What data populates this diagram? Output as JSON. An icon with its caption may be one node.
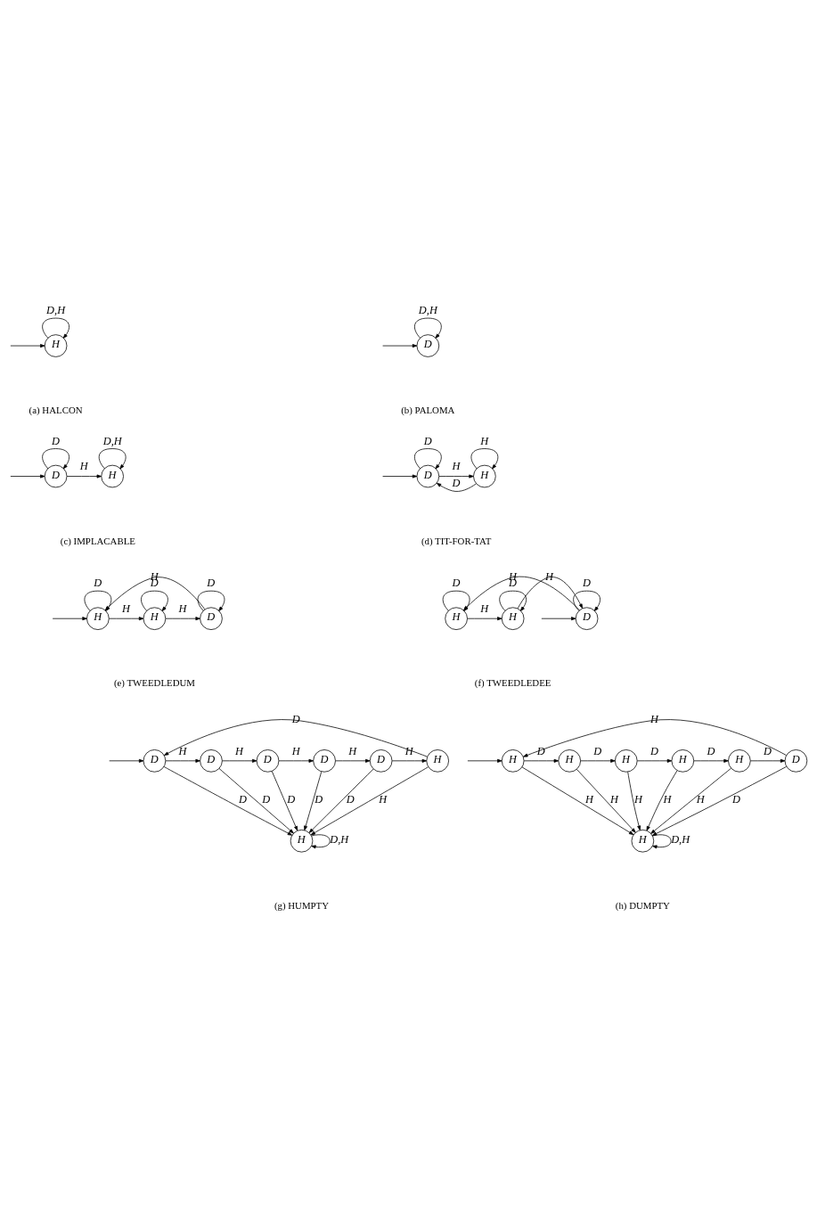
{
  "diagram": {
    "nodes": [
      {
        "text": [
          "H"
        ]
      },
      {
        "text": [
          "D"
        ]
      },
      {
        "text": [
          "D"
        ]
      },
      {
        "text": [
          "H"
        ]
      },
      {
        "text": [
          "D"
        ]
      },
      {
        "text": [
          "H"
        ]
      },
      {
        "text": [
          "H"
        ]
      },
      {
        "text": [
          "H"
        ]
      },
      {
        "text": [
          "D"
        ]
      },
      {
        "text": [
          "H"
        ]
      },
      {
        "text": [
          "H"
        ]
      },
      {
        "text": [
          "D"
        ]
      },
      {
        "text": [
          "D"
        ]
      },
      {
        "text": [
          "D"
        ]
      },
      {
        "text": [
          "D"
        ]
      },
      {
        "text": [
          "D"
        ]
      },
      {
        "text": [
          "D"
        ]
      },
      {
        "text": [
          "H"
        ]
      },
      {
        "text": [
          "H"
        ]
      },
      {
        "text": [
          "H"
        ]
      },
      {
        "text": [
          "H"
        ]
      },
      {
        "text": [
          "H"
        ]
      },
      {
        "text": [
          "H"
        ]
      },
      {
        "text": [
          "H"
        ]
      },
      {
        "text": [
          "D"
        ]
      },
      {
        "text": [
          "H"
        ]
      }
    ],
    "edges": [
      {
        "from": null,
        "to": 0,
        "arrow": "to"
      },
      {
        "from": 0,
        "to": 0,
        "arrow": "to",
        "label": "D,H"
      },
      {
        "from": null,
        "to": 1,
        "arrow": "to"
      },
      {
        "from": 1,
        "to": 1,
        "arrow": "to",
        "label": "D,H"
      },
      {
        "from": null,
        "to": 2,
        "arrow": "to"
      },
      {
        "from": 2,
        "to": 2,
        "arrow": "to",
        "label": "D"
      },
      {
        "from": 2,
        "to": 3,
        "arrow": "to",
        "label": "H"
      },
      {
        "from": 3,
        "to": 3,
        "arrow": "to",
        "label": "D,H"
      },
      {
        "from": null,
        "to": 4,
        "arrow": "to"
      },
      {
        "from": 4,
        "to": 4,
        "arrow": "to",
        "label": "D"
      },
      {
        "from": 4,
        "to": 5,
        "arrow": "to",
        "label": "H"
      },
      {
        "from": 5,
        "to": 5,
        "arrow": "to",
        "label": "H"
      },
      {
        "from": 5,
        "to": 4,
        "arrow": "to",
        "label": "D"
      },
      {
        "from": null,
        "to": 6,
        "arrow": "to"
      },
      {
        "from": 6,
        "to": 6,
        "arrow": "to",
        "label": "D"
      },
      {
        "from": 6,
        "to": 7,
        "arrow": "to",
        "label": "H"
      },
      {
        "from": 7,
        "to": 7,
        "arrow": "to",
        "label": "D"
      },
      {
        "from": 7,
        "to": 8,
        "arrow": "to",
        "label": "H"
      },
      {
        "from": 8,
        "to": 8,
        "arrow": "to",
        "label": "D"
      },
      {
        "from": 8,
        "to": 6,
        "arrow": "to",
        "label": "H"
      },
      {
        "from": 9,
        "to": 9,
        "arrow": "to",
        "label": "D"
      },
      {
        "from": 9,
        "to": 10,
        "arrow": "to",
        "label": "H"
      },
      {
        "from": 10,
        "to": 10,
        "arrow": "to",
        "label": "D"
      },
      {
        "from": 10,
        "to": 11,
        "arrow": "to",
        "label": "H"
      },
      {
        "from": 11,
        "to": 11,
        "arrow": "to",
        "label": "D"
      },
      {
        "from": 11,
        "to": 9,
        "arrow": "to",
        "label": "H"
      },
      {
        "from": null,
        "to": 11,
        "arrow": "to"
      },
      {
        "from": null,
        "to": 12,
        "arrow": "to"
      },
      {
        "from": 12,
        "to": 13,
        "arrow": "to",
        "label": "H"
      },
      {
        "from": 13,
        "to": 14,
        "arrow": "to",
        "label": "H"
      },
      {
        "from": 14,
        "to": 15,
        "arrow": "to",
        "label": "H"
      },
      {
        "from": 15,
        "to": 16,
        "arrow": "to",
        "label": "H"
      },
      {
        "from": 16,
        "to": 17,
        "arrow": "to",
        "label": "H"
      },
      {
        "from": 17,
        "to": 12,
        "arrow": "to",
        "label": "D"
      },
      {
        "from": 12,
        "to": 18,
        "arrow": "to",
        "label": "D"
      },
      {
        "from": 13,
        "to": 18,
        "arrow": "to",
        "label": "D"
      },
      {
        "from": 14,
        "to": 18,
        "arrow": "to",
        "label": "D"
      },
      {
        "from": 15,
        "to": 18,
        "arrow": "to",
        "label": "D"
      },
      {
        "from": 16,
        "to": 18,
        "arrow": "to",
        "label": "D"
      },
      {
        "from": 17,
        "to": 18,
        "arrow": "to",
        "label": "H"
      },
      {
        "from": 18,
        "to": 18,
        "arrow": "to",
        "label": "D,H"
      },
      {
        "from": null,
        "to": 19,
        "arrow": "to"
      },
      {
        "from": 19,
        "to": 20,
        "arrow": "to",
        "label": "D"
      },
      {
        "from": 20,
        "to": 21,
        "arrow": "to",
        "label": "D"
      },
      {
        "from": 21,
        "to": 22,
        "arrow": "to",
        "label": "D"
      },
      {
        "from": 22,
        "to": 23,
        "arrow": "to",
        "label": "D"
      },
      {
        "from": 23,
        "to": 24,
        "arrow": "to",
        "label": "D"
      },
      {
        "from": 24,
        "to": 19,
        "arrow": "to",
        "label": "H"
      },
      {
        "from": 19,
        "to": 25,
        "arrow": "to",
        "label": "H"
      },
      {
        "from": 20,
        "to": 25,
        "arrow": "to",
        "label": "H"
      },
      {
        "from": 21,
        "to": 25,
        "arrow": "to",
        "label": "H"
      },
      {
        "from": 22,
        "to": 25,
        "arrow": "to",
        "label": "H"
      },
      {
        "from": 23,
        "to": 25,
        "arrow": "to",
        "label": "H"
      },
      {
        "from": 24,
        "to": 25,
        "arrow": "to",
        "label": "D"
      },
      {
        "from": 25,
        "to": 25,
        "arrow": "to",
        "label": "D,H"
      }
    ],
    "labels": [
      "(a) HALCON",
      "(b) PALOMA",
      "(c) IMPLACABLE",
      "(d) TIT-FOR-TAT",
      "(e) TWEEDLEDUM",
      "(f) TWEEDLEDEE",
      "(g) HUMPTY",
      "(h) DUMPTY"
    ]
  }
}
